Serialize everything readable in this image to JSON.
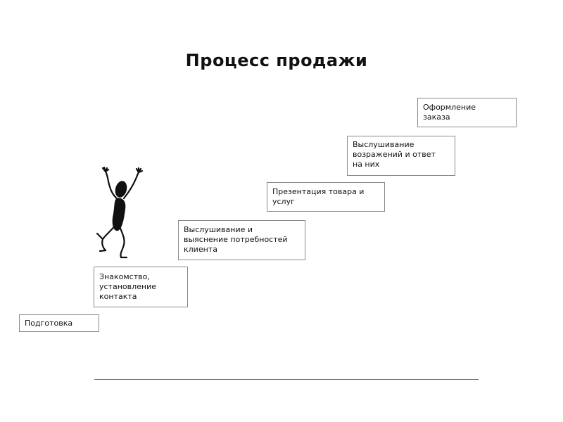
{
  "title": "Процесс продажи",
  "steps": [
    {
      "label": "Подготовка"
    },
    {
      "label": "Знакомство,\nустановление\nконтакта"
    },
    {
      "label": "Выслушивание и\nвыяснение потребностей\nклиента"
    },
    {
      "label": "Презентация товара и\nуслуг"
    },
    {
      "label": "Выслушивание\nвозражений и ответ\nна них"
    },
    {
      "label": "Оформление\nзаказа"
    }
  ],
  "colors": {
    "border": "#8a8a8a",
    "figure": "#111111",
    "baseline": "#6f6f6f"
  },
  "icons": {
    "figure": "running-man-icon"
  }
}
